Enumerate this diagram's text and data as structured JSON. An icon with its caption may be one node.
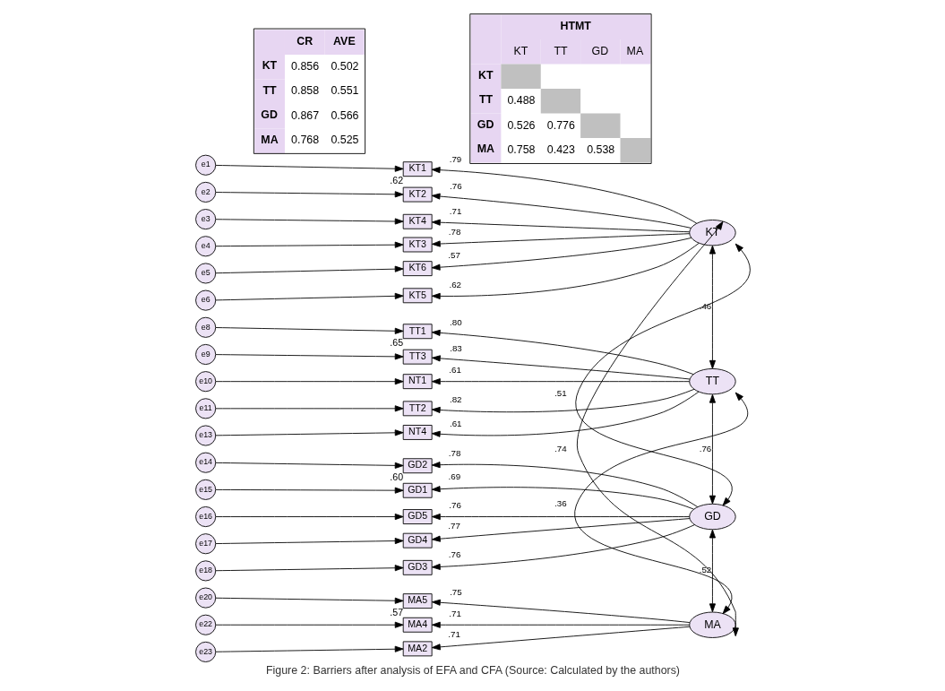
{
  "diagram": {
    "caption": "Figure 2: Barriers after analysis of EFA and CFA (Source: Calculated by the authors)",
    "nodes": [
      {
        "text": [
          "e1"
        ]
      },
      {
        "text": [
          "KT1"
        ],
        "beside": [
          ".62"
        ]
      },
      {
        "text": [
          "e2"
        ]
      },
      {
        "text": [
          "KT2"
        ]
      },
      {
        "text": [
          "e3"
        ]
      },
      {
        "text": [
          "KT4"
        ]
      },
      {
        "text": [
          "e4"
        ]
      },
      {
        "text": [
          "KT3"
        ]
      },
      {
        "text": [
          "e5"
        ]
      },
      {
        "text": [
          "KT6"
        ]
      },
      {
        "text": [
          "e6"
        ]
      },
      {
        "text": [
          "KT5"
        ]
      },
      {
        "text": [
          "KT"
        ]
      },
      {
        "text": [
          "e8"
        ]
      },
      {
        "text": [
          "TT1"
        ],
        "beside": [
          ".65"
        ]
      },
      {
        "text": [
          "e9"
        ]
      },
      {
        "text": [
          "TT3"
        ]
      },
      {
        "text": [
          "e10"
        ]
      },
      {
        "text": [
          "NT1"
        ]
      },
      {
        "text": [
          "e11"
        ]
      },
      {
        "text": [
          "TT2"
        ]
      },
      {
        "text": [
          "e13"
        ]
      },
      {
        "text": [
          "NT4"
        ]
      },
      {
        "text": [
          "TT"
        ]
      },
      {
        "text": [
          "e14"
        ]
      },
      {
        "text": [
          "GD2"
        ],
        "beside": [
          ".60"
        ]
      },
      {
        "text": [
          "e15"
        ]
      },
      {
        "text": [
          "GD1"
        ]
      },
      {
        "text": [
          "e16"
        ]
      },
      {
        "text": [
          "GD5"
        ]
      },
      {
        "text": [
          "e17"
        ]
      },
      {
        "text": [
          "GD4"
        ]
      },
      {
        "text": [
          "e18"
        ]
      },
      {
        "text": [
          "GD3"
        ]
      },
      {
        "text": [
          "GD"
        ]
      },
      {
        "text": [
          "e20"
        ]
      },
      {
        "text": [
          "MA5"
        ],
        "beside": [
          ".57"
        ]
      },
      {
        "text": [
          "e22"
        ]
      },
      {
        "text": [
          "MA4"
        ]
      },
      {
        "text": [
          "e23"
        ]
      },
      {
        "text": [
          "MA2"
        ]
      },
      {
        "text": [
          "MA"
        ]
      }
    ],
    "edges": [
      {
        "from": 0,
        "to": 1,
        "arrow": "to"
      },
      {
        "from": 2,
        "to": 3,
        "arrow": "to"
      },
      {
        "from": 4,
        "to": 5,
        "arrow": "to"
      },
      {
        "from": 6,
        "to": 7,
        "arrow": "to"
      },
      {
        "from": 8,
        "to": 9,
        "arrow": "to"
      },
      {
        "from": 10,
        "to": 11,
        "arrow": "to"
      },
      {
        "from": 12,
        "to": 1,
        "arrow": "to",
        "label": ".79"
      },
      {
        "from": 12,
        "to": 3,
        "arrow": "to",
        "label": ".76"
      },
      {
        "from": 12,
        "to": 5,
        "arrow": "to",
        "label": ".71"
      },
      {
        "from": 12,
        "to": 7,
        "arrow": "to",
        "label": ".78"
      },
      {
        "from": 12,
        "to": 9,
        "arrow": "to",
        "label": ".57"
      },
      {
        "from": 12,
        "to": 11,
        "arrow": "to",
        "label": ".62"
      },
      {
        "from": 13,
        "to": 14,
        "arrow": "to"
      },
      {
        "from": 15,
        "to": 16,
        "arrow": "to"
      },
      {
        "from": 17,
        "to": 18,
        "arrow": "to"
      },
      {
        "from": 19,
        "to": 20,
        "arrow": "to"
      },
      {
        "from": 21,
        "to": 22,
        "arrow": "to"
      },
      {
        "from": 23,
        "to": 14,
        "arrow": "to",
        "label": ".80"
      },
      {
        "from": 23,
        "to": 16,
        "arrow": "to",
        "label": ".83"
      },
      {
        "from": 23,
        "to": 18,
        "arrow": "to",
        "label": ".61"
      },
      {
        "from": 23,
        "to": 20,
        "arrow": "to",
        "label": ".82"
      },
      {
        "from": 23,
        "to": 22,
        "arrow": "to",
        "label": ".61"
      },
      {
        "from": 24,
        "to": 25,
        "arrow": "to"
      },
      {
        "from": 26,
        "to": 27,
        "arrow": "to"
      },
      {
        "from": 28,
        "to": 29,
        "arrow": "to"
      },
      {
        "from": 30,
        "to": 31,
        "arrow": "to"
      },
      {
        "from": 32,
        "to": 33,
        "arrow": "to"
      },
      {
        "from": 34,
        "to": 25,
        "arrow": "to",
        "label": ".78"
      },
      {
        "from": 34,
        "to": 27,
        "arrow": "to",
        "label": ".69"
      },
      {
        "from": 34,
        "to": 29,
        "arrow": "to",
        "label": ".76"
      },
      {
        "from": 34,
        "to": 31,
        "arrow": "to",
        "label": ".77"
      },
      {
        "from": 34,
        "to": 33,
        "arrow": "to",
        "label": ".76"
      },
      {
        "from": 35,
        "to": 36,
        "arrow": "to"
      },
      {
        "from": 37,
        "to": 38,
        "arrow": "to"
      },
      {
        "from": 39,
        "to": 40,
        "arrow": "to"
      },
      {
        "from": 41,
        "to": 36,
        "arrow": "to",
        "label": ".75"
      },
      {
        "from": 41,
        "to": 38,
        "arrow": "to",
        "label": ".71"
      },
      {
        "from": 41,
        "to": 40,
        "arrow": "to",
        "label": ".71"
      },
      {
        "from": 12,
        "to": 23,
        "arrow": "both",
        "label": ".46"
      },
      {
        "from": 12,
        "to": 34,
        "arrow": "both",
        "label": ".51"
      },
      {
        "from": 12,
        "to": 41,
        "arrow": "both",
        "label": ".74"
      },
      {
        "from": 23,
        "to": 34,
        "arrow": "both",
        "label": ".76"
      },
      {
        "from": 23,
        "to": 41,
        "arrow": "both",
        "label": ".36"
      },
      {
        "from": 34,
        "to": 41,
        "arrow": "both",
        "label": ".52"
      }
    ],
    "labels": [
      "CR",
      "AVE",
      "KT",
      "0.856",
      "0.502",
      "TT",
      "0.858",
      "0.551",
      "GD",
      "0.867",
      "0.566",
      "MA",
      "0.768",
      "0.525",
      "HTMT",
      "KT",
      "TT",
      "GD",
      "MA",
      "KT",
      "TT",
      "0.488",
      "GD",
      "0.526",
      "0.776",
      "MA",
      "0.758",
      "0.423",
      "0.538"
    ]
  }
}
